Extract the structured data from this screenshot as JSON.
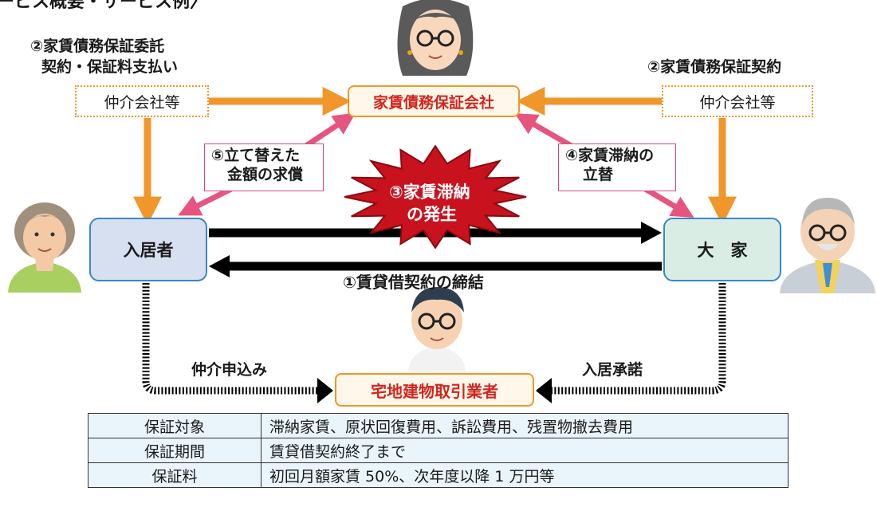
{
  "header_fragment": "ービス概要・サービス例〉",
  "guarantee_company": "家賃債務保証会社",
  "agent_left": "仲介会社等",
  "agent_right": "仲介会社等",
  "step2_left": [
    "②家賃債務保証委託",
    "契約・保証料支払い"
  ],
  "step2_right": "②家賃債務保証契約",
  "tenant": "入居者",
  "landlord": "大　家",
  "step5": [
    "⑤立て替えた",
    "金額の求償"
  ],
  "step4": [
    "④家賃滞納の",
    "立替"
  ],
  "step3": [
    "③家賃滞納",
    "の発生"
  ],
  "step1": "①賃貸借契約の締結",
  "broker": "宅地建物取引業者",
  "broker_left_label": "仲介申込み",
  "broker_right_label": "入居承諾",
  "colors": {
    "orange": "#f0962a",
    "pink": "#e6557f",
    "burst": "#c8121e",
    "tenant_box": "#d7e0f1",
    "landlord_box": "#d9ede5"
  },
  "icons": [
    "woman-glasses-avatar",
    "tenant-woman-avatar",
    "landlord-old-man-avatar",
    "broker-man-avatar"
  ],
  "terms_table": [
    {
      "key": "保証対象",
      "value": "滞納家賃、原状回復費用、訴訟費用、残置物撤去費用"
    },
    {
      "key": "保証期間",
      "value": "賃貸借契約終了まで"
    },
    {
      "key": "保証料",
      "value": "初回月額家賃 50%、次年度以降 1 万円等"
    }
  ]
}
